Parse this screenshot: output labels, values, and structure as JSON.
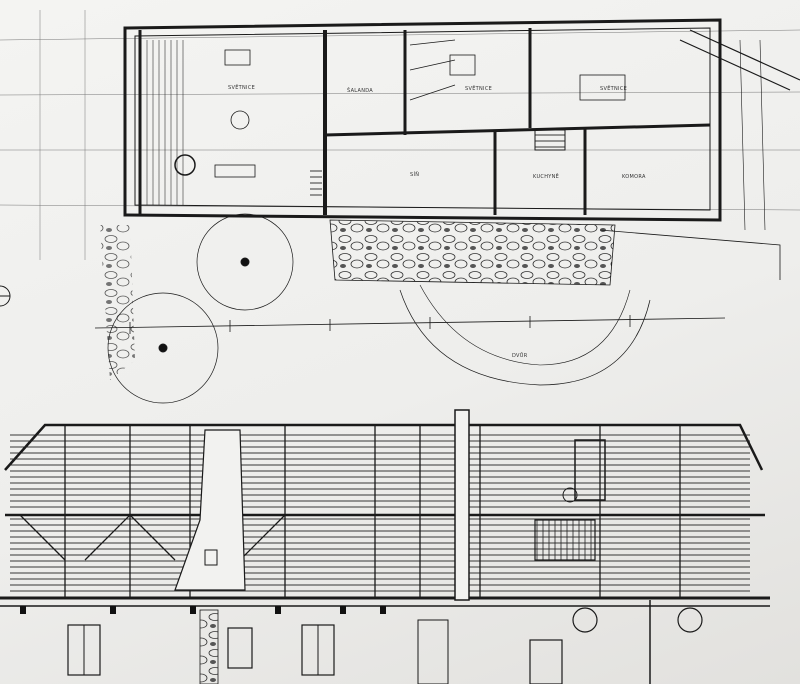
{
  "drawing": {
    "plan_labels": {
      "room_a": "SVĚTNICE",
      "room_b": "ŠALANDA",
      "room_c": "SVĚTNICE",
      "room_d": "SVĚTNICE",
      "hall": "SÍŇ",
      "kitchen": "KUCHYNĚ",
      "store": "KOMORA",
      "yard": "DVŮR"
    },
    "colors": {
      "ink": "#1a1a1a",
      "paper": "#efefed"
    }
  }
}
